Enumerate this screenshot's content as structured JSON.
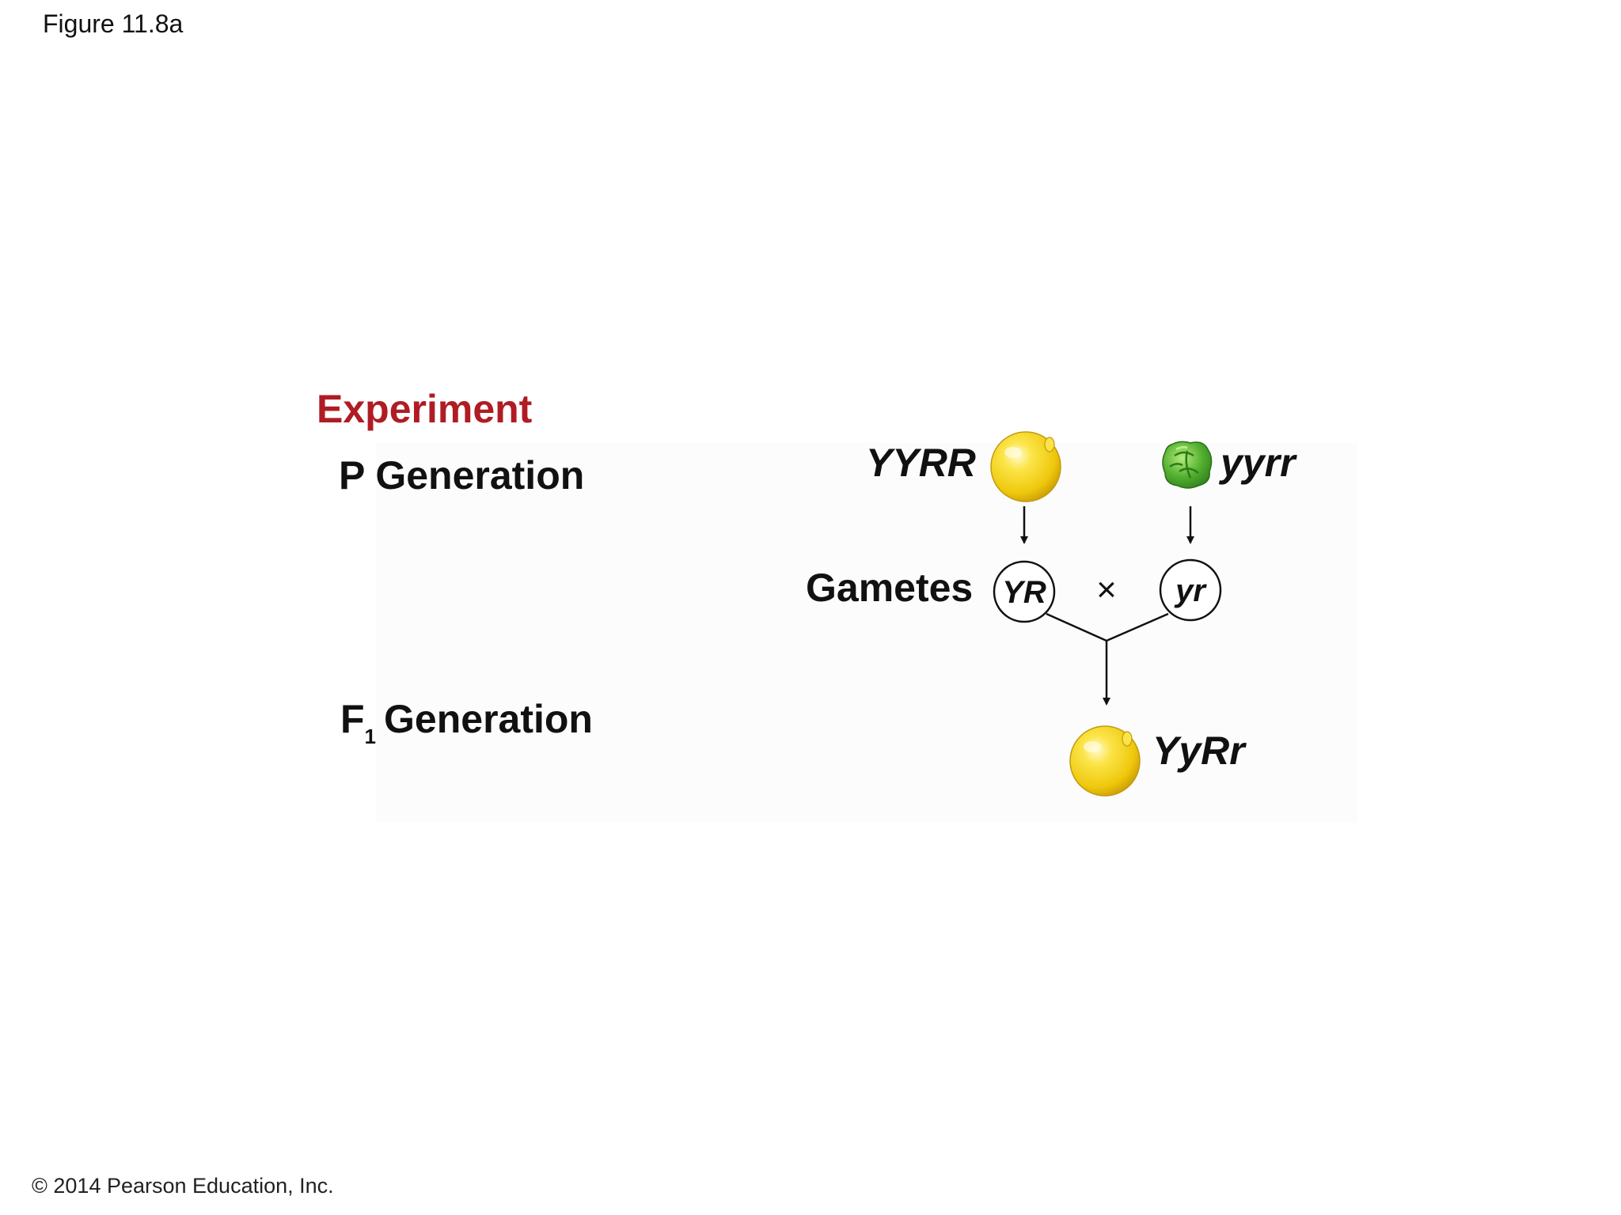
{
  "figure_label": "Figure 11.8a",
  "copyright": "© 2014 Pearson Education, Inc.",
  "experiment": {
    "heading": "Experiment",
    "heading_color": "#b01c24"
  },
  "p_generation": {
    "label": "P Generation",
    "parent_left": {
      "genotype": "YYRR",
      "icon": "yellow-round-pea-icon",
      "color": "#f2cf10"
    },
    "parent_right": {
      "genotype": "yyrr",
      "icon": "green-wrinkled-pea-icon",
      "color": "#4aa32a"
    }
  },
  "gametes": {
    "label": "Gametes",
    "left": "YR",
    "right": "yr",
    "cross_symbol": "×"
  },
  "f1_generation": {
    "label_main": "F",
    "label_sub": "1",
    "label_rest": "Generation",
    "offspring": {
      "genotype": "YyRr",
      "icon": "yellow-round-pea-icon",
      "color": "#f2cf10"
    }
  }
}
